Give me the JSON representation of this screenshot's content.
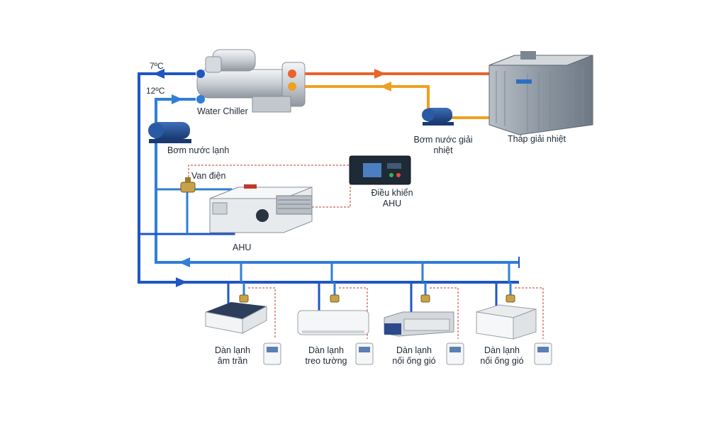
{
  "temps": {
    "supply": "7ºC",
    "return": "12ºC"
  },
  "labels": {
    "chiller": "Water Chiller",
    "tower": "Tháp giải nhiệt",
    "cond_pump_1": "Bơm nước giải",
    "cond_pump_2": "nhiệt",
    "chw_pump": "Bơm nước lạnh",
    "valve": "Van điện",
    "ahu_ctrl_1": "Điều khiển",
    "ahu_ctrl_2": "AHU",
    "ahu": "AHU"
  },
  "units": [
    {
      "line1": "Dàn lạnh",
      "line2": "âm trần"
    },
    {
      "line1": "Dàn lạnh",
      "line2": "treo tường"
    },
    {
      "line1": "Dàn lạnh",
      "line2": "nối ống gió"
    },
    {
      "line1": "Dàn lạnh",
      "line2": "nối ống gió"
    }
  ],
  "colors": {
    "chilled_water": "#1f56c4",
    "return_water": "#2f7fd6",
    "hot_water": "#e8642c",
    "warm_water": "#f0a020",
    "control_wire": "#c0392b"
  }
}
